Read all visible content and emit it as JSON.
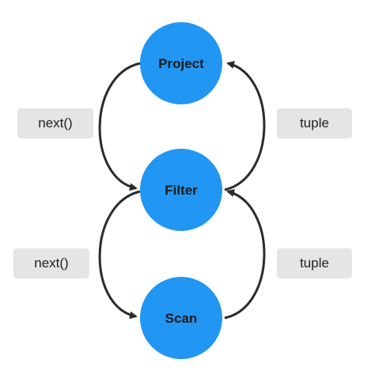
{
  "diagram": {
    "nodes": [
      {
        "id": "project",
        "label": "Project"
      },
      {
        "id": "filter",
        "label": "Filter"
      },
      {
        "id": "scan",
        "label": "Scan"
      }
    ],
    "edges": [
      {
        "from": "project",
        "to": "filter",
        "label": "next()"
      },
      {
        "from": "filter",
        "to": "project",
        "label": "tuple"
      },
      {
        "from": "filter",
        "to": "scan",
        "label": "next()"
      },
      {
        "from": "scan",
        "to": "filter",
        "label": "tuple"
      }
    ],
    "colors": {
      "node": "#2196f3",
      "arrow": "#2b2b2b",
      "tag_bg": "#e5e5e5"
    }
  }
}
